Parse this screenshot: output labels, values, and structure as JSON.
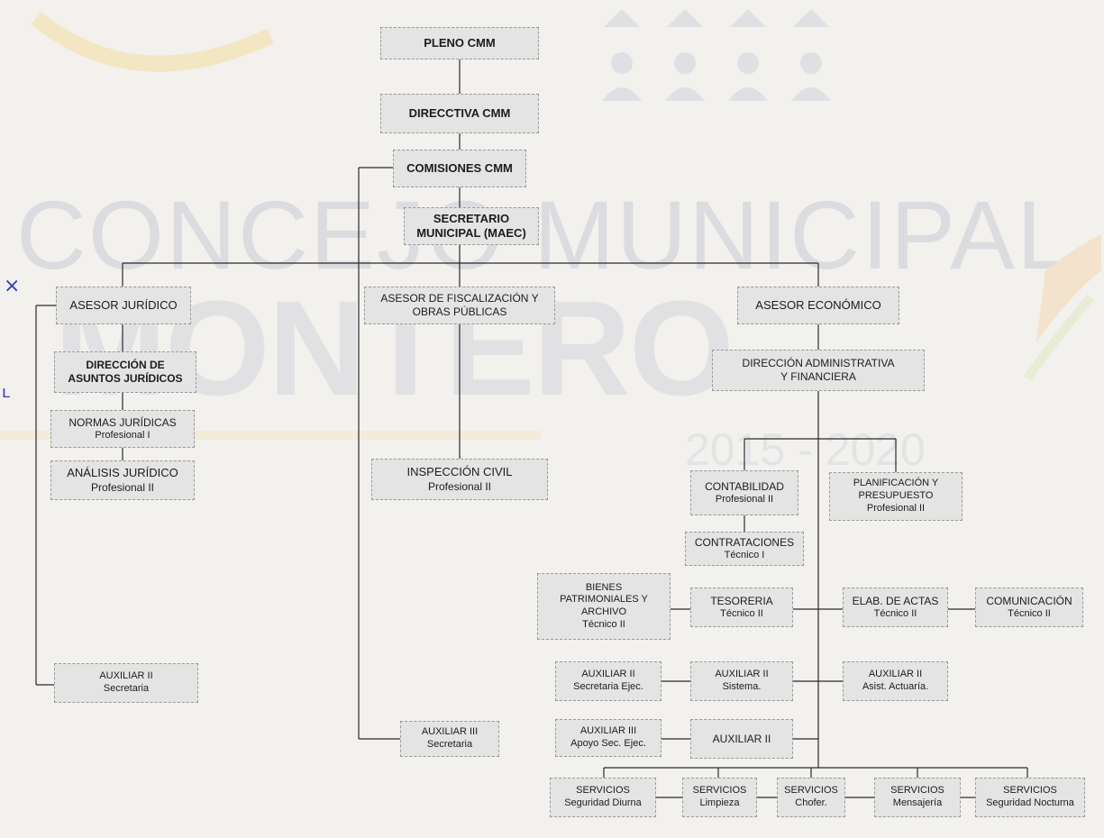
{
  "watermark": {
    "line1": "CONCEJO MUNICIPAL",
    "line2": "MONTERO",
    "years": "2015 - 2020"
  },
  "nodes": {
    "pleno": {
      "title": "PLENO CMM"
    },
    "directiva": {
      "title": "DIRECCTIVA CMM"
    },
    "comisiones": {
      "title": "COMISIONES CMM"
    },
    "secretario": {
      "title": "SECRETARIO",
      "subtitle": "MUNICIPAL (MAEC)"
    },
    "asesor_juridico": {
      "title": "ASESOR JURÍDICO"
    },
    "asesor_fiscalizacion": {
      "title": "ASESOR DE FISCALIZACIÓN Y",
      "subtitle": "OBRAS PÚBLICAS"
    },
    "asesor_economico": {
      "title": "ASESOR ECONÓMICO"
    },
    "direccion_juridicos": {
      "title": "DIRECCIÓN DE",
      "subtitle": "ASUNTOS JURÍDICOS"
    },
    "normas_juridicas": {
      "title": "NORMAS JURÍDICAS",
      "subtitle": "Profesional I"
    },
    "analisis_juridico": {
      "title": "ANÁLISIS JURÍDICO",
      "subtitle": "Profesional II"
    },
    "direccion_admin": {
      "title": "DIRECCIÓN ADMINISTRATIVA",
      "subtitle": "Y FINANCIERA"
    },
    "inspeccion_civil": {
      "title": "INSPECCIÓN CIVIL",
      "subtitle": "Profesional II"
    },
    "contabilidad": {
      "title": "CONTABILIDAD",
      "subtitle": "Profesional II"
    },
    "planificacion": {
      "title": "PLANIFICACIÓN Y",
      "subtitle": "PRESUPUESTO",
      "subtitle2": "Profesional II"
    },
    "contrataciones": {
      "title": "CONTRATACIONES",
      "subtitle": "Técnico I"
    },
    "bienes": {
      "title": "BIENES",
      "subtitle": "PATRIMONIALES Y",
      "subtitle2": "ARCHIVO",
      "subtitle3": "Técnico II"
    },
    "tesoreria": {
      "title": "TESORERIA",
      "subtitle": "Técnico II"
    },
    "elab_actas": {
      "title": "ELAB. DE ACTAS",
      "subtitle": "Técnico II"
    },
    "comunicacion": {
      "title": "COMUNICACIÓN",
      "subtitle": "Técnico II"
    },
    "aux_secretaria_juridico": {
      "title": "AUXILIAR II",
      "subtitle": "Secretaria"
    },
    "aux_secretaria_ejec": {
      "title": "AUXILIAR II",
      "subtitle": "Secretaria Ejec."
    },
    "aux_sistema": {
      "title": "AUXILIAR II",
      "subtitle": "Sistema."
    },
    "aux_asist_actuaria": {
      "title": "AUXILIAR II",
      "subtitle": "Asist. Actuaría."
    },
    "aux_iii_secretaria": {
      "title": "AUXILIAR III",
      "subtitle": "Secretaria"
    },
    "aux_iii_apoyo": {
      "title": "AUXILIAR III",
      "subtitle": "Apoyo Sec. Ejec."
    },
    "aux_ii": {
      "title": "AUXILIAR II"
    },
    "serv_diurna": {
      "title": "SERVICIOS",
      "subtitle": "Seguridad Diurna"
    },
    "serv_limpieza": {
      "title": "SERVICIOS",
      "subtitle": "Limpieza"
    },
    "serv_chofer": {
      "title": "SERVICIOS",
      "subtitle": "Chofer."
    },
    "serv_mensajeria": {
      "title": "SERVICIOS",
      "subtitle": "Mensajería"
    },
    "serv_nocturna": {
      "title": "SERVICIOS",
      "subtitle": "Seguridad Nocturna"
    }
  }
}
